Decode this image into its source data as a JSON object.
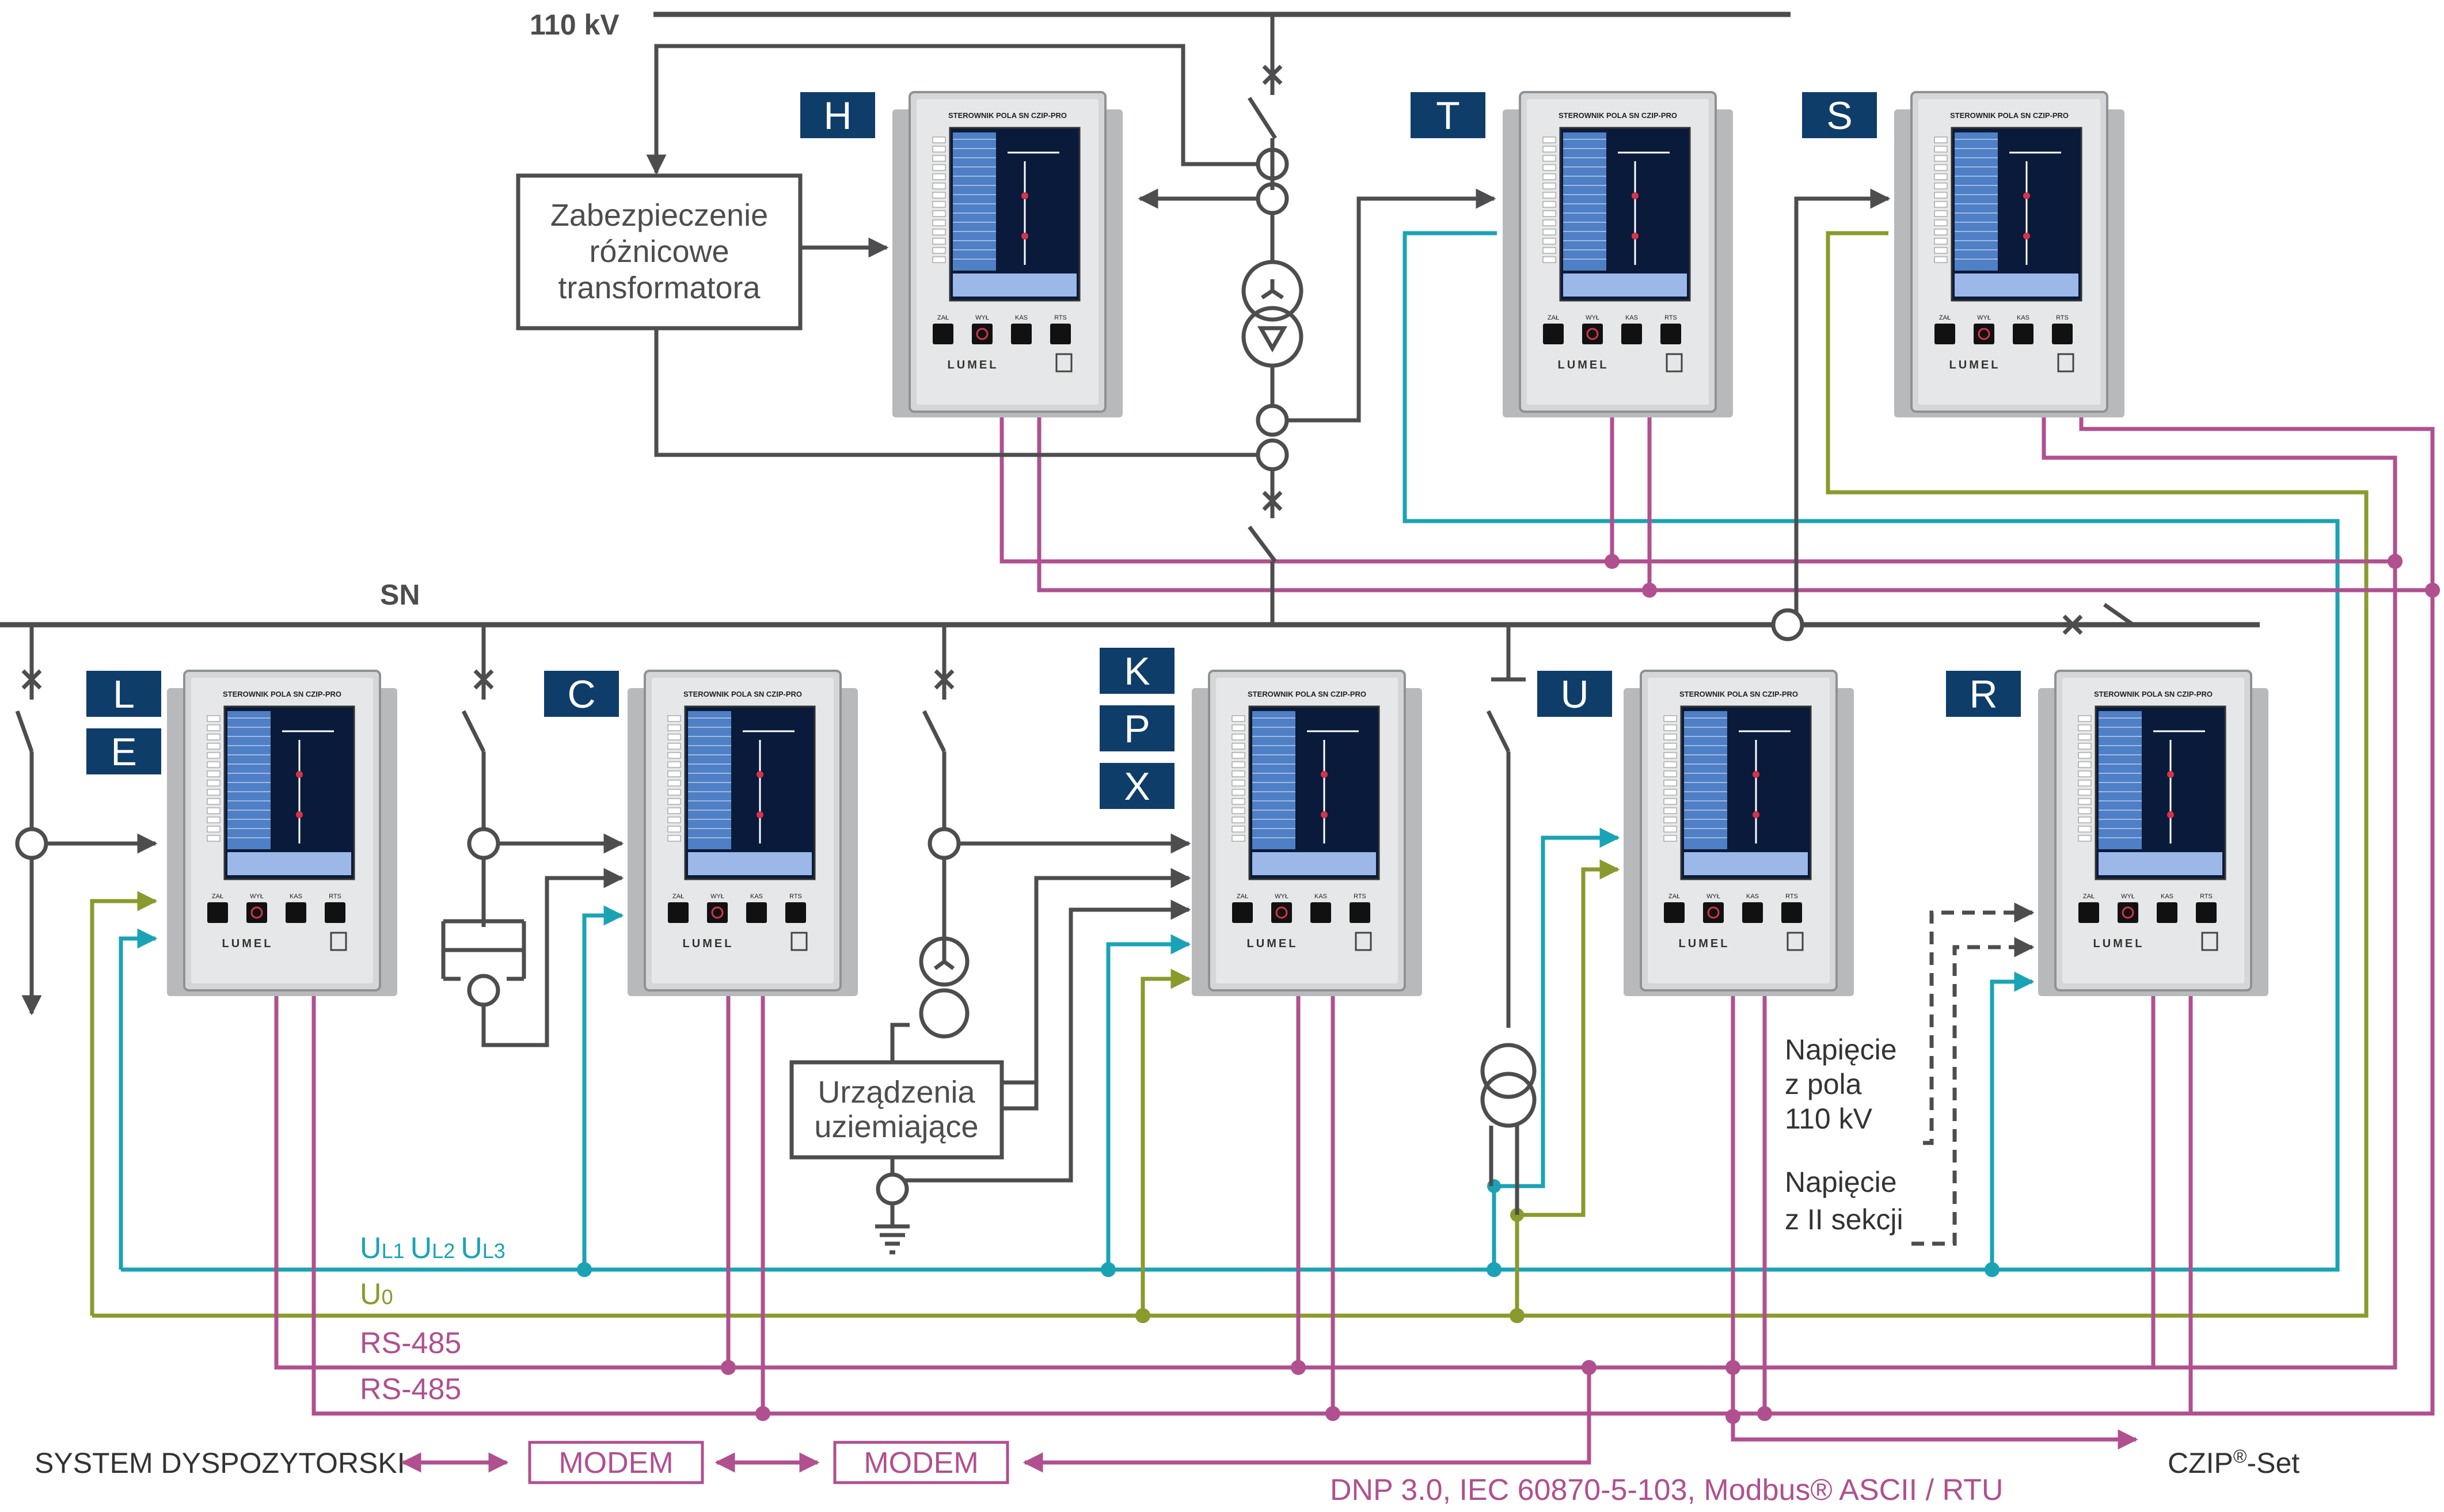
{
  "bus": {
    "hv_label": "110 kV",
    "mv_label": "SN"
  },
  "tags": {
    "H": "H",
    "T": "T",
    "S": "S",
    "L": "L",
    "E": "E",
    "C": "C",
    "K": "K",
    "P": "P",
    "X": "X",
    "U": "U",
    "R": "R"
  },
  "boxes": {
    "diff_protection": [
      "Zabezpieczenie",
      "różnicowe",
      "transformatora"
    ],
    "earthing": [
      "Urządzenia",
      "uziemiające"
    ]
  },
  "notes": {
    "voltage_110": [
      "Napięcie",
      "z pola",
      "110 kV"
    ],
    "voltage_sec2": [
      "Napięcie",
      "z II sekcji"
    ]
  },
  "buses": {
    "ul_prefix": "U",
    "ul_subs": [
      "L1",
      "L2",
      "L3"
    ],
    "u0_prefix": "U",
    "u0_sub": "0",
    "rs485_1": "RS-485",
    "rs485_2": "RS-485"
  },
  "bottom": {
    "system": "SYSTEM DYSPOZYTORSKI",
    "modem1": "MODEM",
    "modem2": "MODEM",
    "czip_name": "CZIP",
    "czip_reg": "®",
    "czip_rest": "-Set",
    "protocols": "DNP 3.0, IEC 60870-5-103, Modbus® ASCII / RTU"
  },
  "device": {
    "title": "STEROWNIK POLA SN",
    "model": "CZIP-PRO",
    "brand": "LUMEL",
    "buttons": [
      "ZAŁ",
      "WYŁ",
      "KAS",
      "RTS"
    ]
  },
  "colors": {
    "line": "#4d4d4f",
    "cyan": "#1aa3b5",
    "olive": "#8b9a2c",
    "magenta": "#b0508f",
    "tag": "#0f3d6a"
  }
}
